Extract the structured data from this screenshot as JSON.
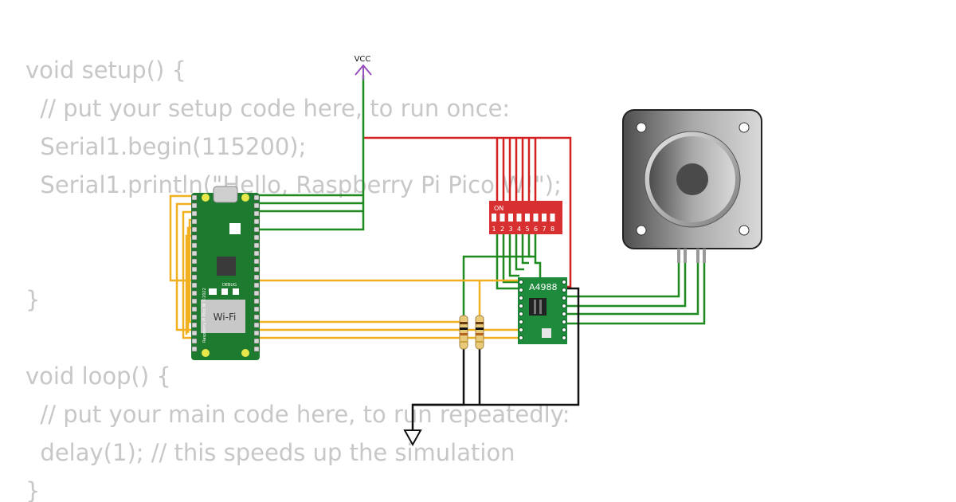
{
  "code": {
    "lines": [
      "void setup() {",
      "  // put your setup code here, to run once:",
      "  Serial1.begin(115200);",
      "  Serial1.println(\"Hello, Raspberry Pi Pico W!\");",
      "}",
      "void loop() {",
      "  // put your main code here, to run repeatedly:",
      "  delay(1); // this speeds up the simulation",
      "}"
    ]
  },
  "circuit": {
    "vcc_label": "VCC",
    "pico": {
      "wifi_label": "Wi-Fi",
      "debug_label": "DEBUG",
      "side_label": "Raspberry Pi Pico W ©2022"
    },
    "dip_switch": {
      "on_label": "ON",
      "numbers": [
        "1",
        "2",
        "3",
        "4",
        "5",
        "6",
        "7",
        "8"
      ]
    },
    "driver": {
      "label": "A4988"
    },
    "colors": {
      "red_wire": "#d42020",
      "green_wire": "#1f8a1f",
      "orange_wire": "#f0b020",
      "black_wire": "#111111",
      "vcc_color": "#9a4fc0",
      "pcb_green": "#1e7a2e",
      "dip_red": "#d83030",
      "code_text": "#c7c7c7"
    }
  }
}
